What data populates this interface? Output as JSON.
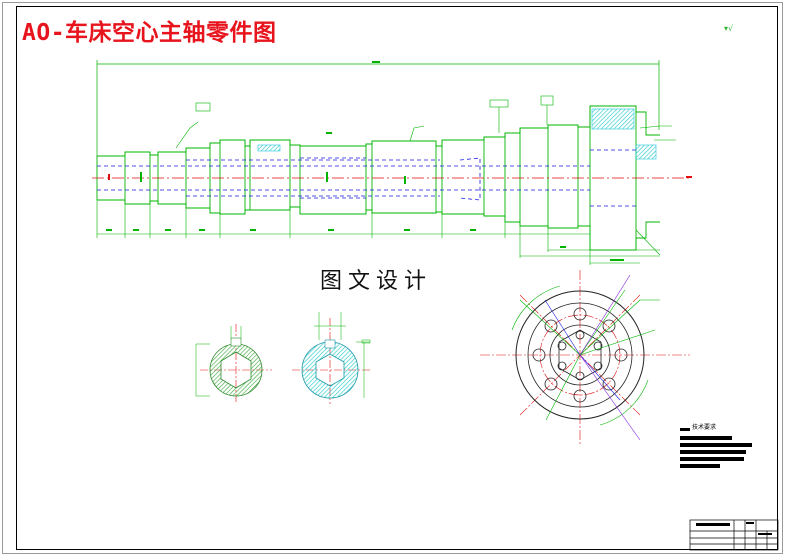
{
  "title": "AO-车床空心主轴零件图",
  "subtitle": "图文设计",
  "technical_requirements": {
    "heading": "技术要求"
  },
  "colors": {
    "title": "#e8141d",
    "outline": "#00b400",
    "centerline": "#e01010",
    "hidden": "#1a1ae0",
    "hatch": "#22c8c8",
    "cyan": "#1ec8dc",
    "section_a": "#4caf3a",
    "section_b": "#28c6c8"
  },
  "finish_mark_icon": "surface-finish-icon"
}
